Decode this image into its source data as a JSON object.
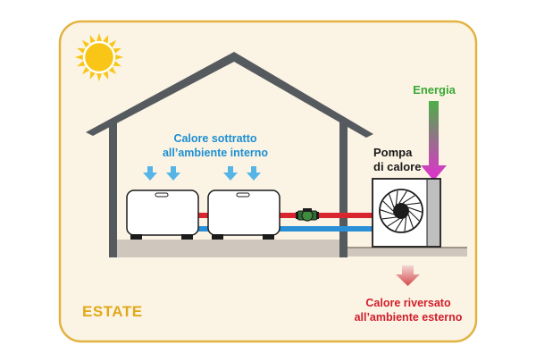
{
  "labels": {
    "heat_removed_line1": "Calore sottratto",
    "heat_removed_line2": "all’ambiente interno",
    "energy": "Energia",
    "heat_pump_line1": "Pompa",
    "heat_pump_line2": "di calore",
    "heat_released_line1": "Calore riversato",
    "heat_released_line2": "all’ambiente esterno",
    "season": "ESTATE"
  },
  "colors": {
    "frame_border": "#e2b341",
    "frame_fill": "#fbf3e4",
    "house": "#555a5e",
    "sun": "#f9c617",
    "supply_pipe": "#d9262e",
    "return_pipe": "#2a8fd6",
    "cold_arrow": "#56b5e7",
    "hot_arrow": "#d85a5c",
    "energy_top": "#4cae48",
    "energy_bottom": "#e32fd1",
    "season_text": "#e1a91a"
  },
  "icons": {
    "sun": "sun-icon",
    "fan": "fan-icon",
    "circulation_pump": "circulator-pump-icon"
  }
}
